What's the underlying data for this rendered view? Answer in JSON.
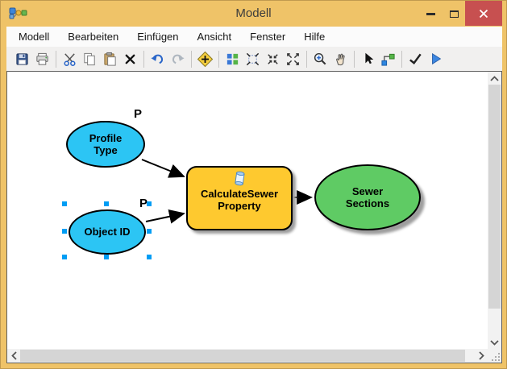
{
  "window": {
    "title": "Modell",
    "controls": {
      "minimize": "minimize",
      "maximize": "maximize",
      "close": "close"
    }
  },
  "menu": {
    "items": [
      "Modell",
      "Bearbeiten",
      "Einfügen",
      "Ansicht",
      "Fenster",
      "Hilfe"
    ]
  },
  "toolbar": {
    "icons": [
      "save",
      "print",
      "cut",
      "copy",
      "paste",
      "delete",
      "undo",
      "redo",
      "add-data",
      "auto-layout",
      "fit-to-window",
      "fixed-zoom-in",
      "full-extent",
      "zoom-in",
      "pan",
      "select-tool",
      "connect-tool",
      "validate",
      "run"
    ]
  },
  "model": {
    "profile_type": {
      "label": "Profile\nType",
      "param": "P"
    },
    "object_id": {
      "label": "Object ID",
      "param": "P",
      "selected": true
    },
    "tool": {
      "label": "CalculateSewer\nProperty"
    },
    "output": {
      "label": "Sewer\nSections"
    }
  },
  "colors": {
    "titlebar": "#EFC368",
    "close_button": "#C75050",
    "input_fill": "#2CC5F4",
    "tool_fill": "#FEC92F",
    "output_fill": "#5FCB64",
    "selection_handle": "#009DF4"
  }
}
